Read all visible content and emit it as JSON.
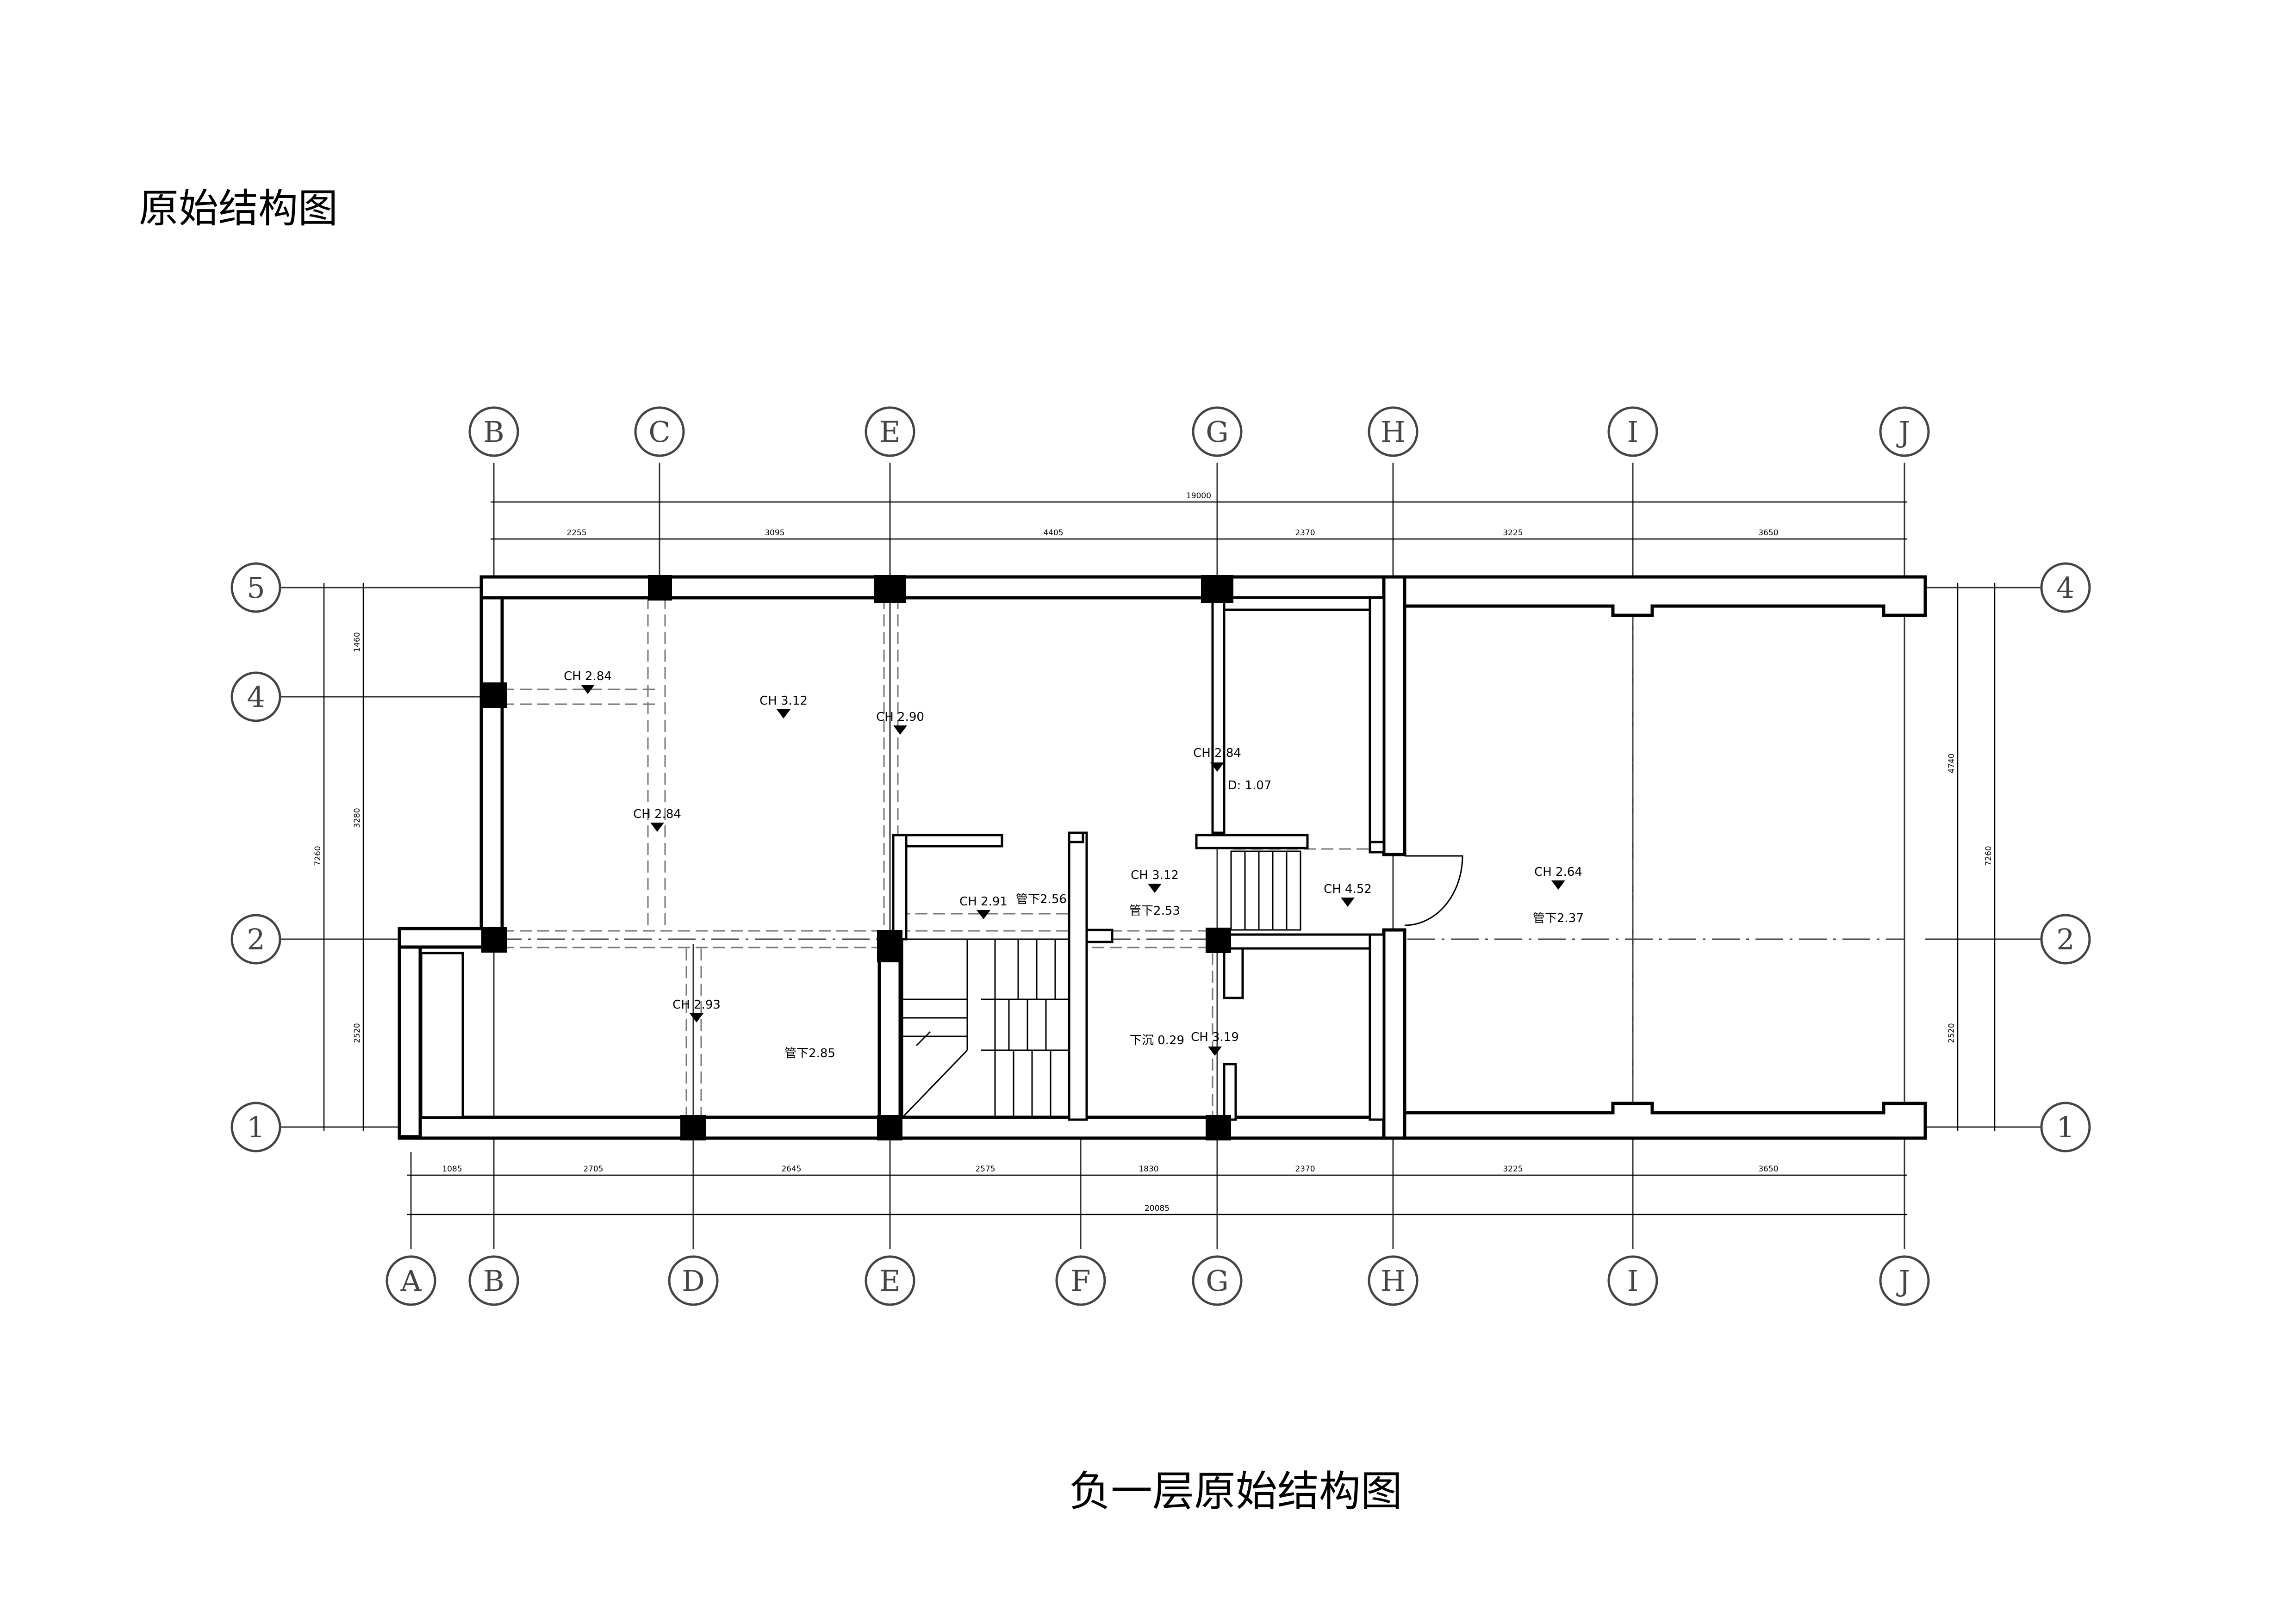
{
  "page_title": "原始结构图",
  "plan_caption": "负一层原始结构图",
  "axes": {
    "top": [
      "B",
      "C",
      "E",
      "G",
      "H",
      "I",
      "J"
    ],
    "bottom": [
      "A",
      "B",
      "D",
      "E",
      "F",
      "G",
      "H",
      "I",
      "J"
    ],
    "left": [
      "5",
      "4",
      "2",
      "1"
    ],
    "right": [
      "4",
      "2",
      "1"
    ]
  },
  "dimensions": {
    "top_total": "19000",
    "top_segments": [
      "2255",
      "3095",
      "4405",
      "2370",
      "3225",
      "3650"
    ],
    "bottom_segments": [
      "1085",
      "2705",
      "2645",
      "2575",
      "1830",
      "2370",
      "3225",
      "3650"
    ],
    "bottom_total": "20085",
    "left_segments": [
      "1460",
      "3280",
      "2520"
    ],
    "left_total": "7260",
    "right_segments": [
      "4740",
      "2520"
    ],
    "right_total": "7260"
  },
  "annotations": [
    "CH 2.84",
    "CH 3.12",
    "CH 2.90",
    "CH 2.84",
    "CH 2.84",
    "D: 1.07",
    "CH 3.12",
    "管下2.53",
    "CH 2.91",
    "管下2.56",
    "CH 4.52",
    "CH 2.64",
    "管下2.37",
    "CH 2.93",
    "管下2.85",
    "下沉 0.29",
    "CH 3.19"
  ]
}
